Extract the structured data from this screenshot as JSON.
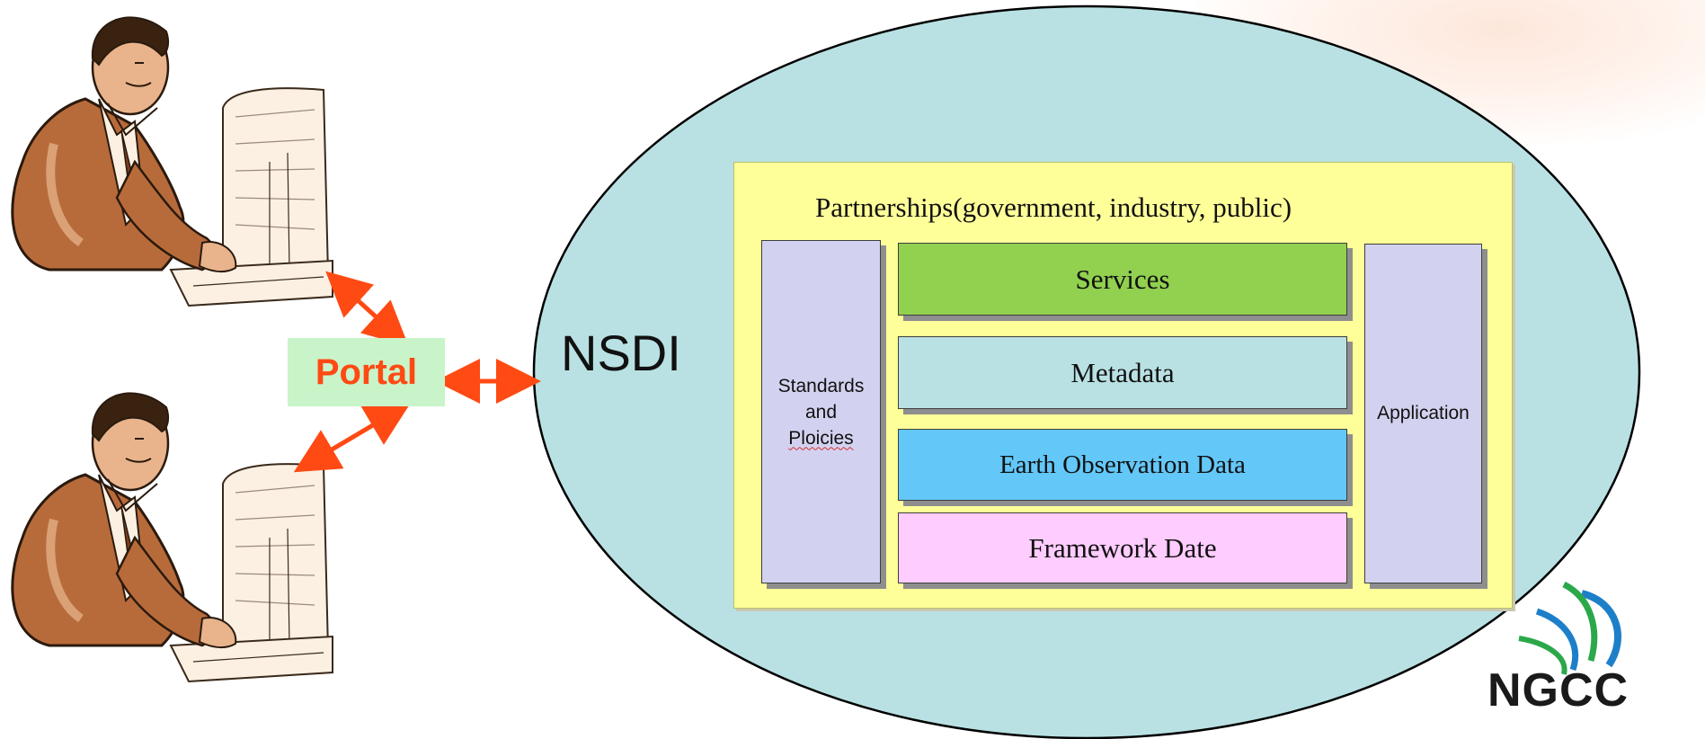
{
  "portal": {
    "label": "Portal"
  },
  "nsdi": {
    "label": "NSDI"
  },
  "framework": {
    "title": "Partnerships(government, industry, public)",
    "left_pillar": {
      "line1": "Standards",
      "line2": "and",
      "line3": "Ploicies"
    },
    "right_pillar": {
      "label": "Application"
    },
    "layers": {
      "services": "Services",
      "metadata": "Metadata",
      "eo_data": "Earth Observation Data",
      "framework_data": "Framework Date"
    }
  },
  "logo": {
    "text": "NGCC"
  },
  "colors": {
    "ellipse_fill": "#b9e1e3",
    "panel_fill": "#ffff99",
    "arrow": "#ff4a14",
    "portal_bg": "#c9f4c9",
    "services_fill": "#92d050",
    "metadata_fill": "#b9e1e3",
    "eo_fill": "#63c8f8",
    "framework_fill": "#ffccff",
    "pillar_fill": "#d2d2f0"
  },
  "icons": {
    "user": "person-at-computer-icon",
    "logo": "globe-logo-icon"
  }
}
